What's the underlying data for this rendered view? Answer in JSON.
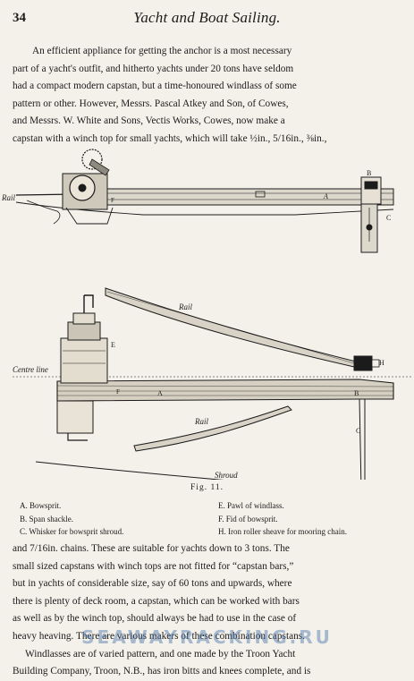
{
  "header": {
    "page_number": "34",
    "book_title": "Yacht and Boat Sailing."
  },
  "paragraph1": [
    "An efficient appliance for getting the anchor is a most necessary",
    "part of a yacht's outfit, and hitherto yachts under 20 tons have seldom",
    "had a compact modern capstan, but a time-honoured windlass of some",
    "pattern or other.  However, Messrs. Pascal Atkey and Son, of Cowes,",
    "and Messrs. W. White and Sons, Vectis Works, Cowes, now make a",
    "capstan with a winch top for small yachts, which will take ½in., 5/16in., ⅜in.,"
  ],
  "figure": {
    "labels": {
      "rail_top": "Rail",
      "rail_upper": "Rail",
      "rail_lower": "Rail",
      "centre_line": "Centre line",
      "shroud": "Shroud",
      "A": "A",
      "B": "B",
      "C": "C",
      "E": "E",
      "F": "F",
      "H": "H"
    },
    "caption": "Fig. 11.",
    "legend_left": [
      "A. Bowsprit.",
      "B. Span shackle.",
      "C. Whisker for bowsprit shroud."
    ],
    "legend_right": [
      "E. Pawl of windlass.",
      "F. Fid of bowsprit.",
      "H. Iron roller sheave for mooring chain."
    ]
  },
  "paragraph2": [
    "and 7/16in. chains.  These are suitable for yachts down to 3 tons.  The",
    "small sized capstans with winch tops are not fitted for “capstan bars,”",
    "but in yachts of considerable size, say of 60 tons and upwards, where",
    "there is plenty of deck room, a capstan, which can be worked with bars",
    "as well as by the winch top, should always be had to use in the case of",
    "heavy heaving.  There are various makers of these combination capstans.",
    "Windlasses are of varied pattern, and one made by the Troon Yacht",
    "Building Company, Troon, N.B., has iron bitts and knees complete, and is"
  ],
  "watermark": "SEAWAYRACKING.RU"
}
